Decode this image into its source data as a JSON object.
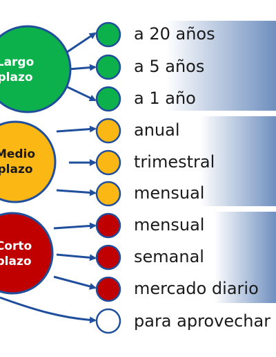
{
  "groups": [
    {
      "id": "largo",
      "label_line1": "Largo",
      "label_line2": "plazo",
      "color": "#0db14b",
      "text_color": "#ffffff",
      "items": [
        "a 20 años",
        "a 5 años",
        "a 1 año"
      ]
    },
    {
      "id": "medio",
      "label_line1": "Medio",
      "label_line2": "plazo",
      "color": "#fbb714",
      "text_color": "#1a1a1a",
      "items": [
        "anual",
        "trimestral",
        "mensual"
      ]
    },
    {
      "id": "corto",
      "label_line1": "Corto",
      "label_line2": "plazo",
      "color": "#c00000",
      "text_color": "#ffffff",
      "items": [
        "mensual",
        "semanal",
        "mercado diario"
      ]
    }
  ],
  "extra_item": {
    "label": "para aprovechar",
    "color": "#ffffff"
  },
  "colors": {
    "connector": "#1f4e9c",
    "gradient_dark": "#6f8fbf",
    "gradient_light": "#ffffff"
  }
}
